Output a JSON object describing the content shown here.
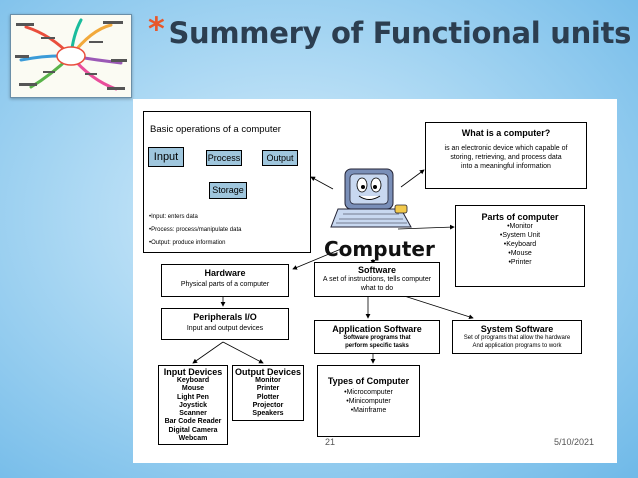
{
  "slide": {
    "title": "Summery of Functional units",
    "bullet": "*",
    "page_number": "21",
    "date": "5/10/2021"
  },
  "diagram": {
    "basic_ops": {
      "title": "Basic operations of a computer",
      "input": "Input",
      "process": "Process",
      "output": "Output",
      "storage": "Storage",
      "notes": [
        "•Input: enters data",
        "•Process: process/manipulate data",
        "•Output: produce information"
      ]
    },
    "what_is": {
      "title": "What is a computer?",
      "text": [
        "is an electronic device which capable of",
        "storing, retrieving, and process data",
        "into a meaningful information"
      ]
    },
    "parts": {
      "title": "Parts of computer",
      "items": [
        "•Monitor",
        "•System Unit",
        "•Keyboard",
        "•Mouse",
        "•Printer"
      ]
    },
    "computer_label": "Computer",
    "hardware": {
      "title": "Hardware",
      "text": "Physical parts of a computer"
    },
    "software": {
      "title": "Software",
      "text": [
        "A set of instructions, tells computer",
        "what to do"
      ]
    },
    "peripherals": {
      "title": "Peripherals I/O",
      "text": "Input and output devices"
    },
    "app_software": {
      "title": "Application Software",
      "text": [
        "Software programs that",
        "perform specific tasks"
      ]
    },
    "sys_software": {
      "title": "System Software",
      "text": [
        "Set of programs that allow the hardware",
        "And application programs to work"
      ]
    },
    "input_devices": {
      "title": "Input Devices",
      "items": [
        "Keyboard",
        "Mouse",
        "Light Pen",
        "Joystick",
        "Scanner",
        "Bar Code Reader",
        "Digital Camera",
        "Webcam"
      ]
    },
    "output_devices": {
      "title": "Output Devices",
      "items": [
        "Monitor",
        "Printer",
        "Plotter",
        "Projector",
        "Speakers"
      ]
    },
    "types": {
      "title": "Types of Computer",
      "items": [
        "•Microcomputer",
        "•Minicomputer",
        "•Mainframe"
      ]
    }
  },
  "colors": {
    "accent": "#e8572a",
    "title": "#2c3e50",
    "process_fill": "#9fc6dd",
    "background": "#a9d7f3"
  }
}
